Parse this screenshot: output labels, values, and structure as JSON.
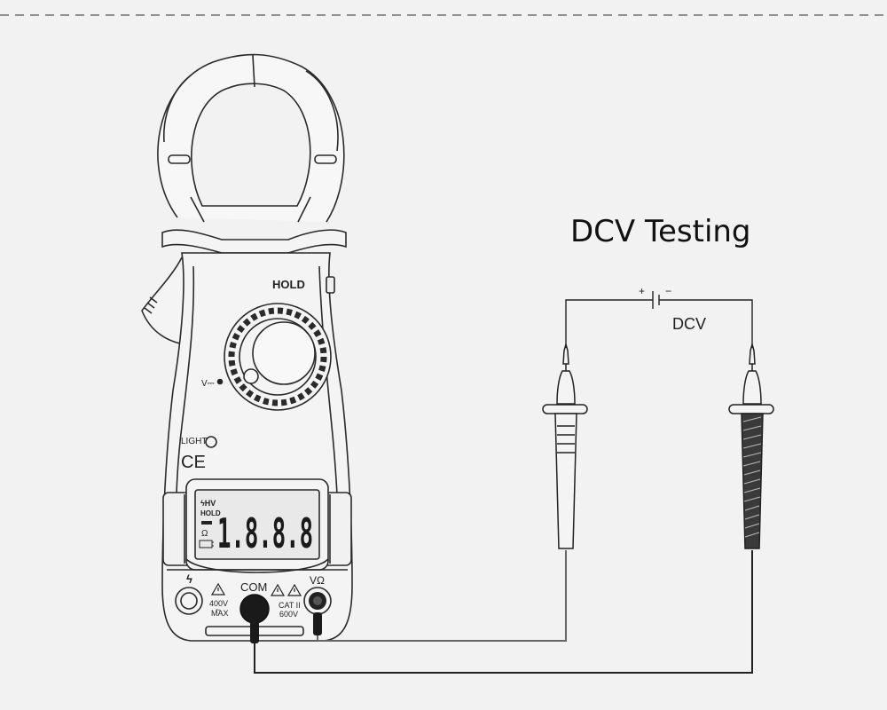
{
  "title": "DCV Testing",
  "meter": {
    "hold_label": "HOLD",
    "dial_mode_label": "V⎓",
    "light_label": "LIGHT",
    "ce_mark": "CE",
    "display": {
      "reading": "1.8.8.8",
      "hv_label": "ϟHV",
      "hold_label": "HOLD",
      "ohm_label": "Ω",
      "battery_label": "−+"
    },
    "jacks": {
      "left_symbol": "ϟ",
      "left_rating": "400V",
      "left_rating_symbol": "~",
      "left_rating_max": "MAX",
      "com_label": "COM",
      "vohm_label": "VΩ",
      "category": "CAT II",
      "category_voltage": "600V"
    }
  },
  "circuit": {
    "source_label": "DCV",
    "plus_sign": "+",
    "minus_sign": "−"
  },
  "icons": [
    "lightning-icon",
    "warning-icon",
    "battery-icon",
    "light-button-icon"
  ],
  "colors": {
    "background": "#f2f2f2",
    "outline": "#2a2a2a",
    "body_fill": "#f4f4f4",
    "lcd_fill": "#e9e9e9",
    "com_jack": "#1a1a1a"
  }
}
